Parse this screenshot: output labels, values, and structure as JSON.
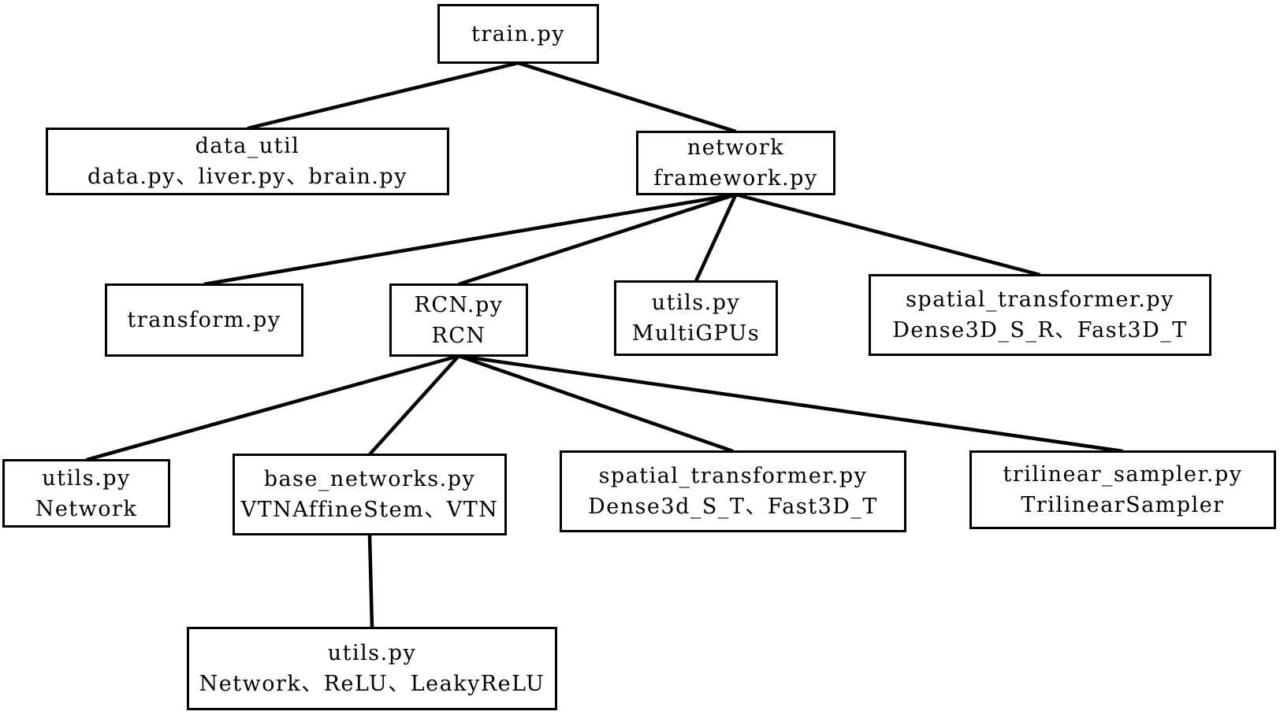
{
  "colors": {
    "background": "#ffffff",
    "box_border": "#000000",
    "text": "#000000",
    "edge_line": "#000000"
  },
  "nodes": {
    "train": {
      "line1": "train.py"
    },
    "data_util": {
      "line1": "data_util",
      "line2": "data.py、liver.py、brain.py"
    },
    "network": {
      "line1": "network",
      "line2": "framework.py"
    },
    "transform": {
      "line1": "transform.py"
    },
    "rcn": {
      "line1": "RCN.py",
      "line2": "RCN"
    },
    "utils_multigpus": {
      "line1": "utils.py",
      "line2": "MultiGPUs"
    },
    "spatial_transformer_l3": {
      "line1": "spatial_transformer.py",
      "line2": "Dense3D_S_R、Fast3D_T"
    },
    "utils_network": {
      "line1": "utils.py",
      "line2": "Network"
    },
    "base_networks": {
      "line1": "base_networks.py",
      "line2": "VTNAffineStem、VTN"
    },
    "spatial_transformer_l4": {
      "line1": "spatial_transformer.py",
      "line2": "Dense3d_S_T、Fast3D_T"
    },
    "trilinear_sampler": {
      "line1": "trilinear_sampler.py",
      "line2": "TrilinearSampler"
    },
    "utils_relu": {
      "line1": "utils.py",
      "line2": "Network、ReLU、LeakyReLU"
    }
  },
  "edges": [
    [
      "train",
      "data_util"
    ],
    [
      "train",
      "network"
    ],
    [
      "network",
      "transform"
    ],
    [
      "network",
      "rcn"
    ],
    [
      "network",
      "utils_multigpus"
    ],
    [
      "network",
      "spatial_transformer_l3"
    ],
    [
      "rcn",
      "utils_network"
    ],
    [
      "rcn",
      "base_networks"
    ],
    [
      "rcn",
      "spatial_transformer_l4"
    ],
    [
      "rcn",
      "trilinear_sampler"
    ],
    [
      "base_networks",
      "utils_relu"
    ]
  ]
}
